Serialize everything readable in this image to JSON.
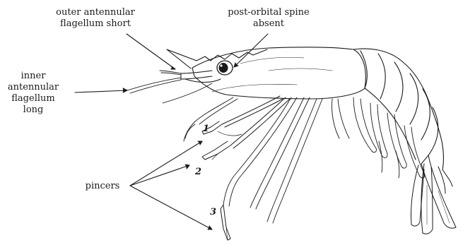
{
  "labels": {
    "outer_antennular": [
      "outer antennular",
      "flagellum short"
    ],
    "post_orbital": [
      "post-orbital spine",
      "absent"
    ],
    "inner_antennular": [
      "inner",
      "antennular",
      "flagellum",
      "long"
    ],
    "pincers": "pincers"
  },
  "leg_numbers": [
    "1",
    "2",
    "3"
  ],
  "colors": {
    "ink": "#1a1a1a",
    "background": "#ffffff"
  }
}
